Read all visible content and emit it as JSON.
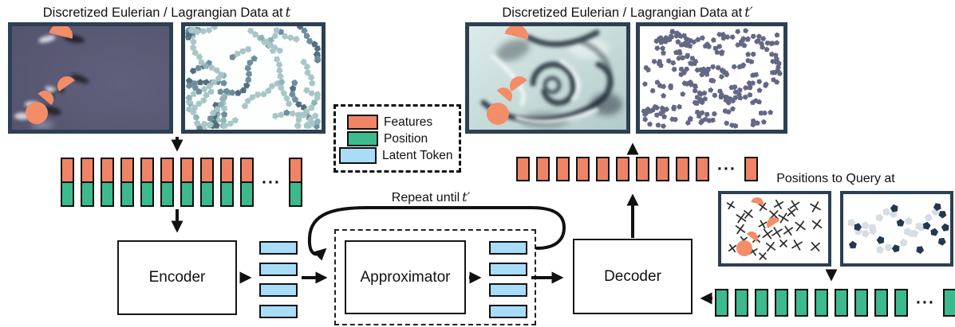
{
  "diagram": {
    "title_t": {
      "prefix": "Discretized Eulerian / Lagrangian Data at",
      "symbol": "t"
    },
    "title_tprime": {
      "prefix": "Discretized Eulerian / Lagrangian Data at",
      "symbol": "t′"
    },
    "repeat": {
      "prefix": "Repeat until",
      "symbol": "t′"
    },
    "query_label": "Positions to Query at"
  },
  "legend": {
    "items": [
      {
        "label": "Features",
        "color": "#ee8465"
      },
      {
        "label": "Position",
        "color": "#3cba8e"
      },
      {
        "label": "Latent Token",
        "color": "#a9dcf8"
      }
    ]
  },
  "pipeline": {
    "encoder": "Encoder",
    "approximator": "Approximator",
    "decoder": "Decoder"
  },
  "tokens": {
    "ellipsis": "···",
    "input_strip": {
      "count": 10,
      "trailing": 1,
      "composition": [
        "features",
        "position"
      ]
    },
    "feature_strip": {
      "count": 10,
      "trailing": 1,
      "composition": [
        "features"
      ]
    },
    "query_strip": {
      "count": 10,
      "trailing": 1,
      "composition": [
        "position"
      ]
    },
    "latent_per_group": 4,
    "latent_groups": 2
  },
  "colors": {
    "features": "#ee8465",
    "position": "#3cba8e",
    "latent": "#a9dcf8",
    "image_border": "#2c4054",
    "arrow": "#111111"
  }
}
